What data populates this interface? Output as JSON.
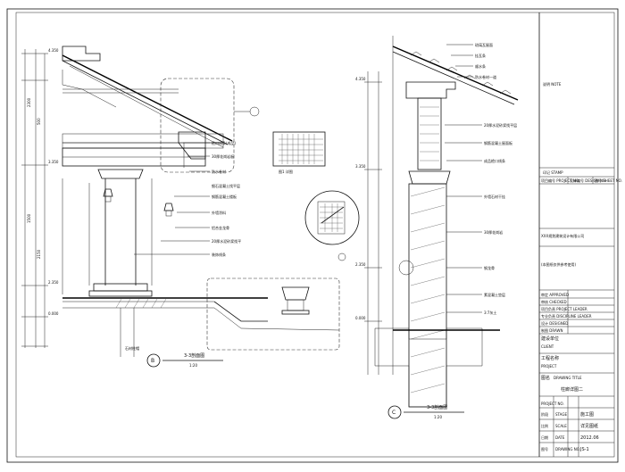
{
  "drawing": {
    "detail_b_title": "3-3剖面图",
    "detail_b_scale": "1:20",
    "detail_b_marker": "B",
    "detail_c_title": "3-3剖面图",
    "detail_c_scale": "1:20",
    "detail_c_marker": "C",
    "small_detail_label": "图1 详图",
    "elevations": [
      "4.350",
      "3.350",
      "2.350",
      "0.000"
    ],
    "dims_left": [
      "2300",
      "1500",
      "500",
      "2150"
    ],
    "notes_b": [
      "檐口线条(成品)",
      "30厚花岗岩板",
      "防水卷材",
      "细石混凝土找平层",
      "钢筋混凝土楼板",
      "外墙涂料",
      "铝合金龙骨",
      "20厚水泥砂浆找平",
      "装饰线条",
      "石材柱帽"
    ],
    "notes_c": [
      "琉璃瓦屋面",
      "挂瓦条",
      "顺水条",
      "防水卷材一道",
      "20厚水泥砂浆找平层",
      "钢筋混凝土屋面板",
      "成品檐口线条",
      "外墙石材干挂",
      "30厚花岗岩",
      "钢龙骨",
      "素混凝土垫层",
      "3:7灰土"
    ]
  },
  "title_block": {
    "notes_label": "说明 NOTE",
    "seal_label": "印记 STAMP",
    "row_project_no": "项目编号 PROJECT NO.",
    "row_design_no": "设计编号 DESIGN NO.",
    "row_sheet_no": "图号 SHEET NO.",
    "company_cn": "XXX规划建筑设计有限公司",
    "company_note": "(本图纸仅供参考使用)",
    "approved": "审定 APPROVED",
    "checked": "审核 CHECKED",
    "project_leader": "项目负责 PROJECT LEADER",
    "discipline_leader": "专业负责 DISCIPLINE LEADER",
    "designed": "设计 DESIGNED",
    "drawn": "制图 DRAWN",
    "client_label": "建设单位",
    "client": "CLIENT",
    "project_label": "工程名称",
    "project": "PROJECT",
    "drawing_label": "图名",
    "drawing_name_en": "DRAWING TITLE",
    "drawing_name": "柱廊详图二",
    "project_no_label": "PROJECT NO.",
    "stage_label": "阶段",
    "stage_en": "STAGE",
    "stage_value": "施工图",
    "scale_label": "比例",
    "scale_en": "SCALE",
    "scale_value": "详见图纸",
    "date_label": "日期",
    "date_en": "DATE",
    "date_value": "2012.06",
    "drawing_no_label": "图号",
    "drawing_no_en": "DRAWING NO.",
    "drawing_no_value": "JS-1"
  }
}
